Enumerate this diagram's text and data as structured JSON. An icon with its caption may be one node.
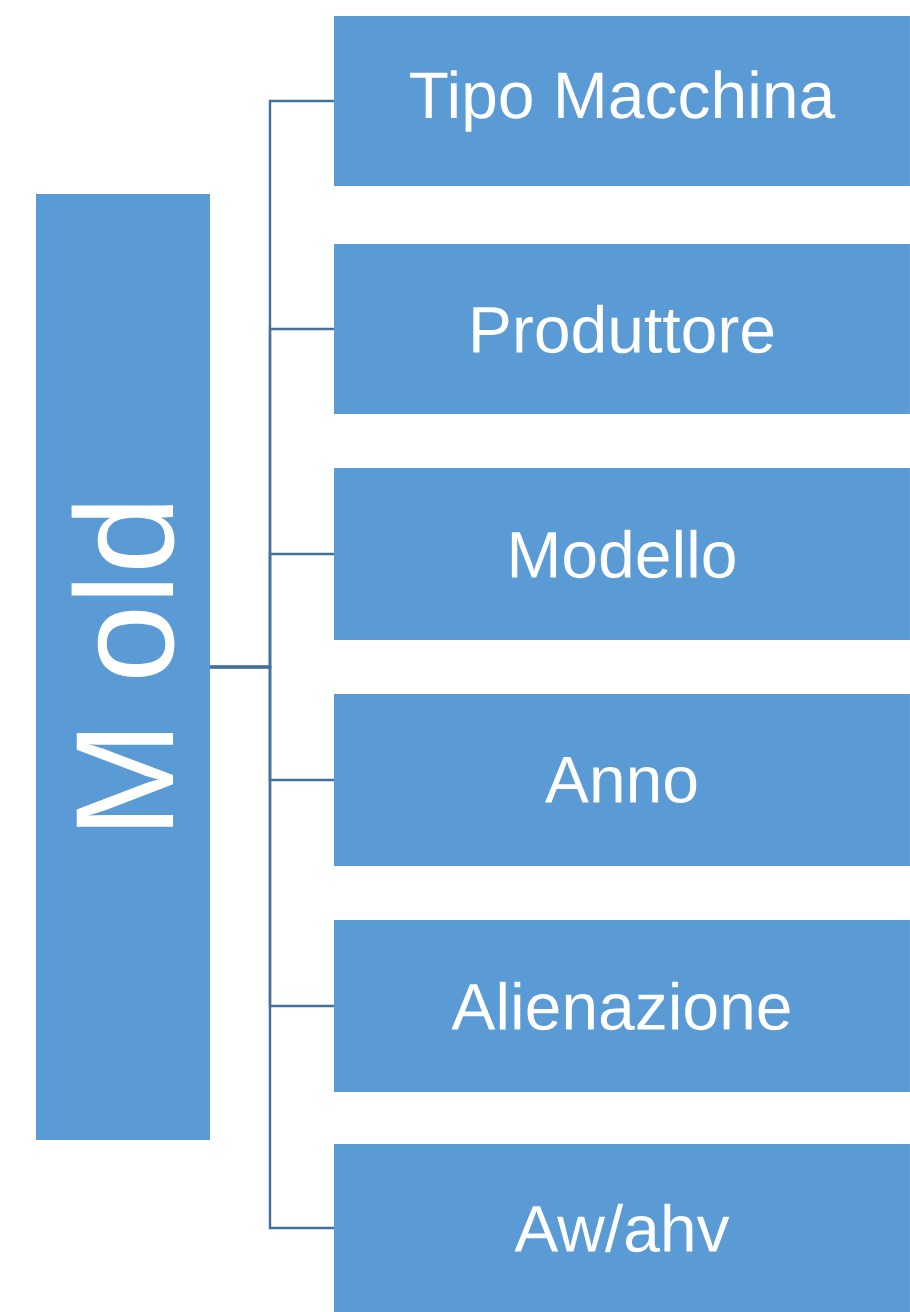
{
  "diagram": {
    "nodes": [
      {
        "text": [
          "M old"
        ]
      },
      {
        "text": [
          "Tipo Macchina"
        ]
      },
      {
        "text": [
          "Produttore"
        ]
      },
      {
        "text": [
          "Modello"
        ]
      },
      {
        "text": [
          "Anno"
        ]
      },
      {
        "text": [
          "Alienazione"
        ]
      },
      {
        "text": [
          "Aw/ahv"
        ]
      }
    ],
    "edges": [
      {
        "from": 0,
        "to": 1,
        "arrow": "none"
      },
      {
        "from": 0,
        "to": 2,
        "arrow": "none"
      },
      {
        "from": 0,
        "to": 3,
        "arrow": "none"
      },
      {
        "from": 0,
        "to": 4,
        "arrow": "none"
      },
      {
        "from": 0,
        "to": 5,
        "arrow": "none"
      },
      {
        "from": 0,
        "to": 6,
        "arrow": "none"
      }
    ]
  }
}
